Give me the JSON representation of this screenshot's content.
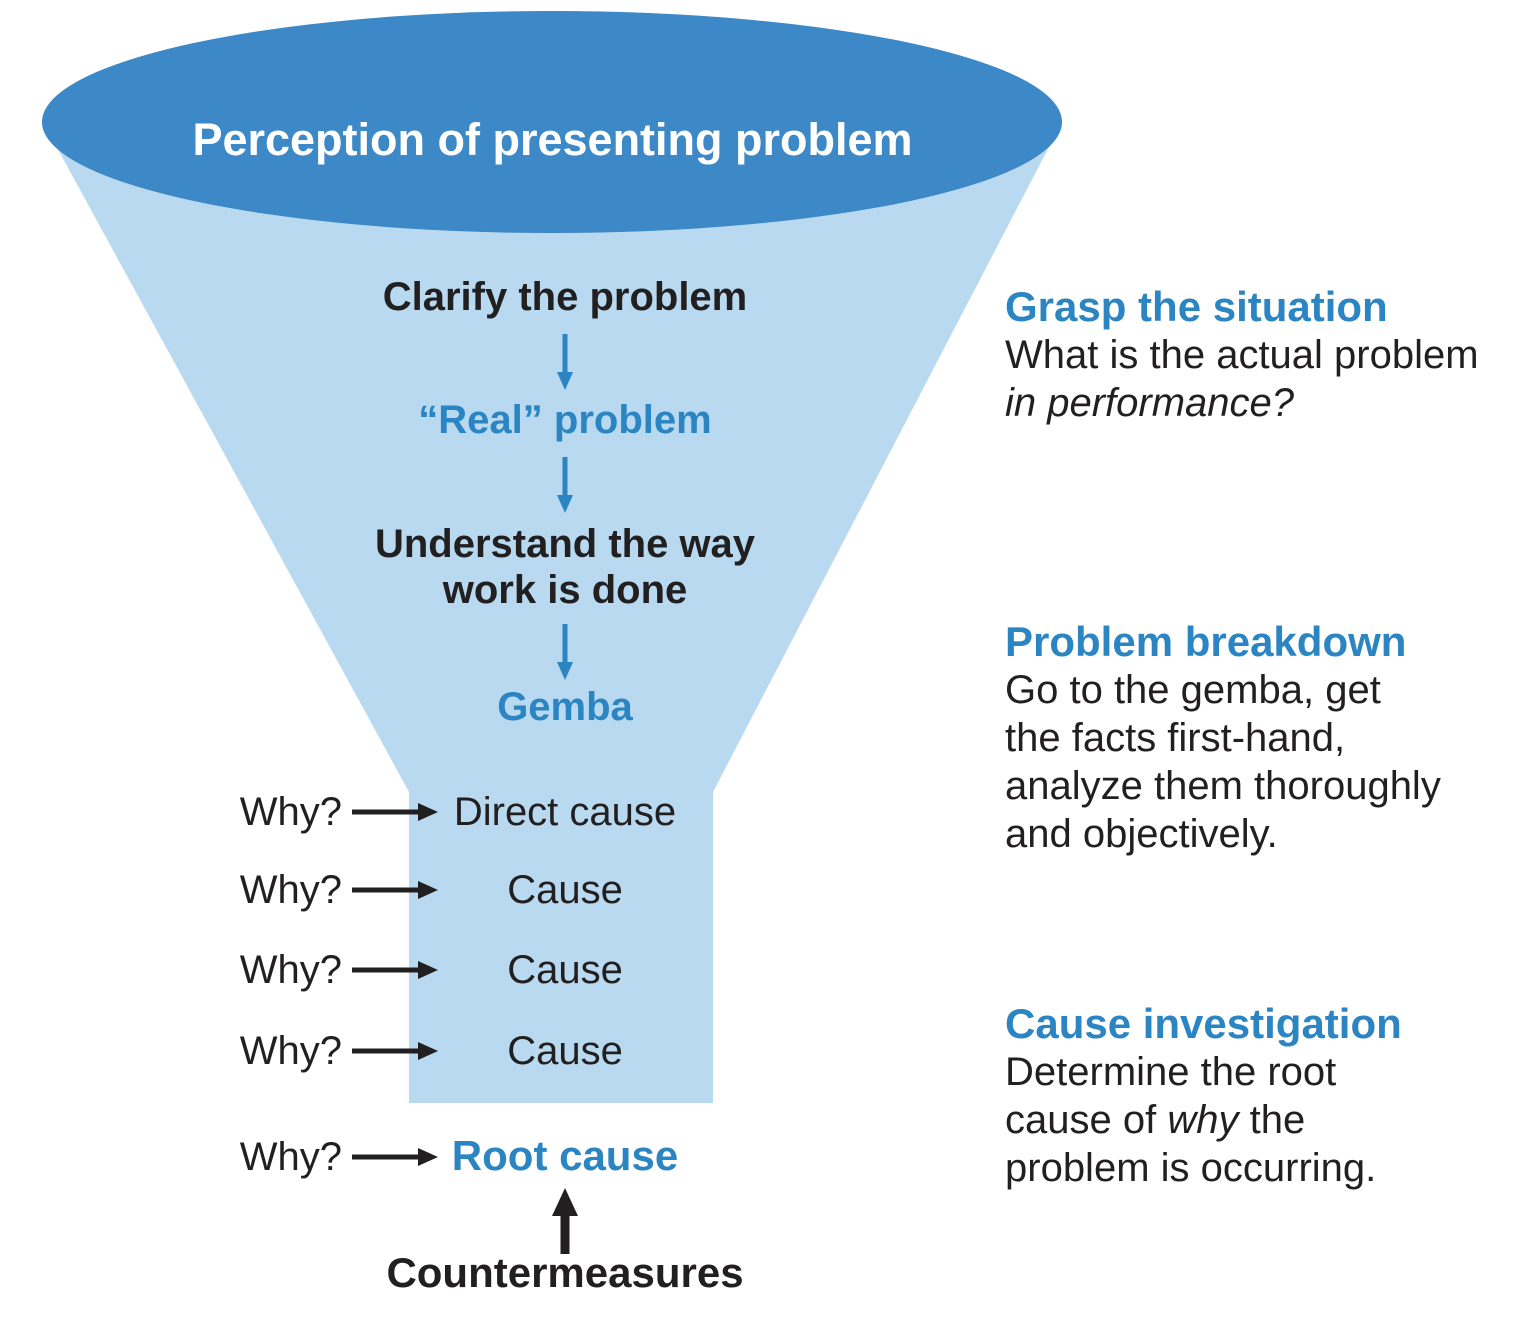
{
  "colors": {
    "dark_blue": "#3d88c7",
    "light_blue": "#b8d9ef",
    "blue_text": "#2a85c2",
    "black_text": "#221f20",
    "white_text": "#ffffff",
    "background": "#ffffff"
  },
  "icons": {
    "down_arrow": "↓",
    "right_arrow": "→",
    "up_arrow": "↑"
  },
  "funnel": {
    "title": "Perception of presenting problem",
    "steps": [
      {
        "label": "Clarify the problem"
      },
      {
        "label": "“Real” problem"
      },
      {
        "label": "Understand the way work is done"
      },
      {
        "label": "Gemba"
      }
    ],
    "why_rows": [
      {
        "question": "Why?",
        "label": "Direct cause"
      },
      {
        "question": "Why?",
        "label": "Cause"
      },
      {
        "question": "Why?",
        "label": "Cause"
      },
      {
        "question": "Why?",
        "label": "Cause"
      },
      {
        "question": "Why?",
        "label": "Root cause"
      }
    ],
    "countermeasures": "Countermeasures"
  },
  "annotations": [
    {
      "heading": "Grasp the situation",
      "lines": [
        [
          {
            "t": "What is the actual problem"
          }
        ],
        [
          {
            "t": "in performance?",
            "italic": true
          }
        ]
      ]
    },
    {
      "heading": "Problem breakdown",
      "lines": [
        [
          {
            "t": "Go to the gemba, get"
          }
        ],
        [
          {
            "t": "the facts first-hand,"
          }
        ],
        [
          {
            "t": "analyze them thoroughly"
          }
        ],
        [
          {
            "t": "and objectively."
          }
        ]
      ]
    },
    {
      "heading": "Cause investigation",
      "lines": [
        [
          {
            "t": "Determine the root"
          }
        ],
        [
          {
            "t": "cause of "
          },
          {
            "t": "why",
            "italic": true
          },
          {
            "t": " the"
          }
        ],
        [
          {
            "t": "problem is occurring."
          }
        ]
      ]
    }
  ]
}
